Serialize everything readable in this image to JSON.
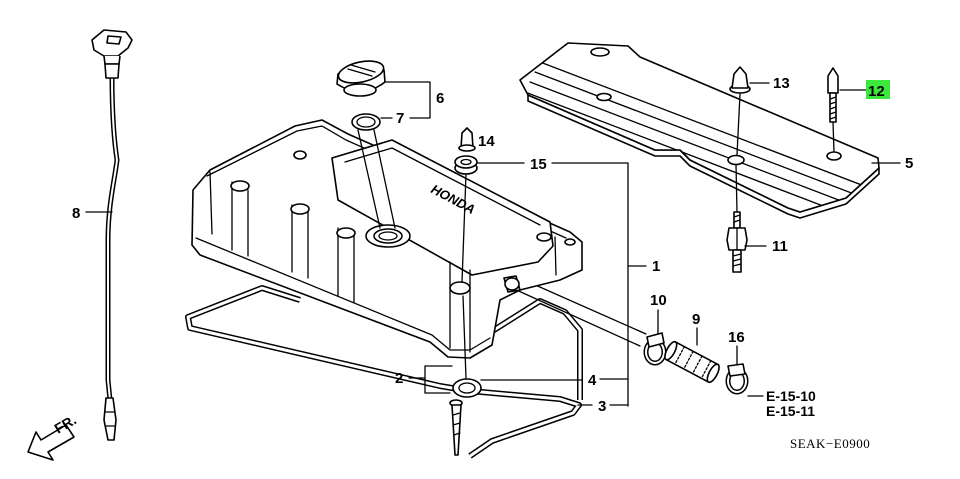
{
  "callouts": {
    "p1": {
      "label": "1"
    },
    "p2": {
      "label": "2"
    },
    "p3": {
      "label": "3"
    },
    "p4": {
      "label": "4"
    },
    "p5": {
      "label": "5"
    },
    "p6": {
      "label": "6"
    },
    "p7": {
      "label": "7"
    },
    "p8": {
      "label": "8"
    },
    "p9": {
      "label": "9"
    },
    "p10": {
      "label": "10"
    },
    "p11": {
      "label": "11"
    },
    "p12": {
      "label": "12",
      "highlighted": true
    },
    "p13": {
      "label": "13"
    },
    "p14": {
      "label": "14"
    },
    "p15": {
      "label": "15"
    },
    "p16": {
      "label": "16"
    }
  },
  "references": [
    "E-15-10",
    "E-15-11"
  ],
  "cover_embossing": "HONDA",
  "front_marker": "FR.",
  "diagram_code": "SEAK−E0900",
  "icons": {
    "front_marker": "arrow-down-left-icon"
  },
  "colors": {
    "highlight": "#3de83d",
    "line": "#000000",
    "background": "#ffffff"
  }
}
